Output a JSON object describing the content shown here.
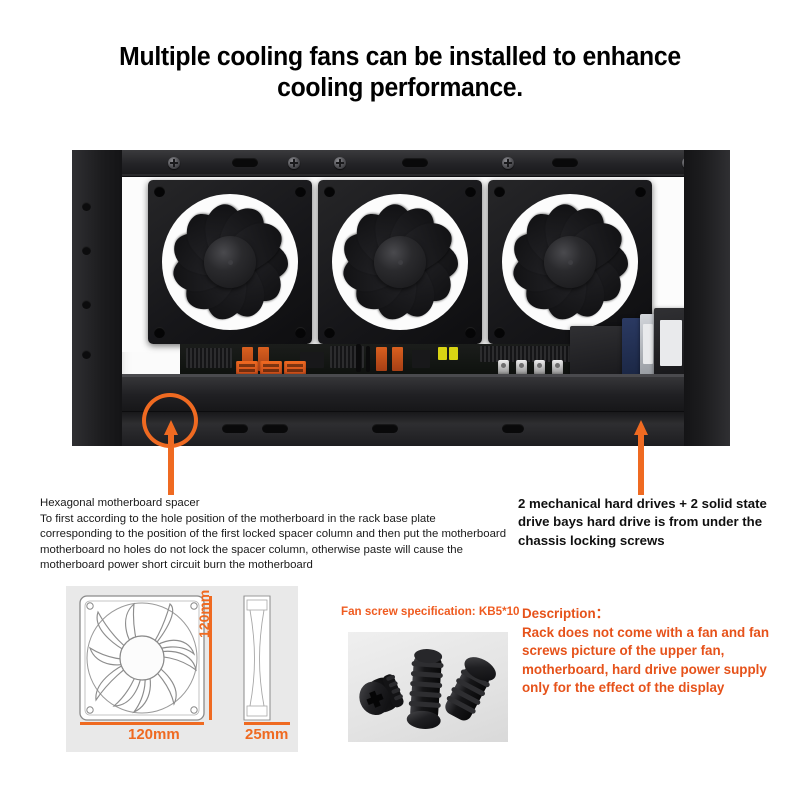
{
  "heading": {
    "line1": "Multiple cooling fans can be installed to enhance",
    "line2": "cooling performance."
  },
  "photo": {
    "alt": "Open-frame mining rack chassis with three 120mm cooling fans mounted on the top rail, a motherboard on the base plate and hard drive bays on the right"
  },
  "callouts": {
    "left": {
      "title": "Hexagonal motherboard spacer",
      "body": "To first according to the hole position of the motherboard in the rack base plate corresponding to the position of the first locked spacer column and then put the motherboard motherboard no holes do not lock the spacer column, otherwise paste will cause the motherboard power short circuit burn the motherboard"
    },
    "right": {
      "body": "2 mechanical hard drives + 2 solid state drive bays hard drive is from under the chassis locking screws"
    }
  },
  "fan_diagram": {
    "width_label": "120mm",
    "height_label": "120mm",
    "depth_label": "25mm"
  },
  "screws": {
    "spec_label": "Fan screw specification: KB5*10"
  },
  "description": {
    "title": "Description：",
    "body": "Rack does not come with a fan and fan screws picture of the upper fan, motherboard, hard drive power supply only for the effect of the display"
  },
  "colors": {
    "accent_orange": "#ef6a21",
    "description_orange": "#e6521a",
    "panel_gray": "#e9e9e9",
    "text_black": "#1a1a1a"
  }
}
